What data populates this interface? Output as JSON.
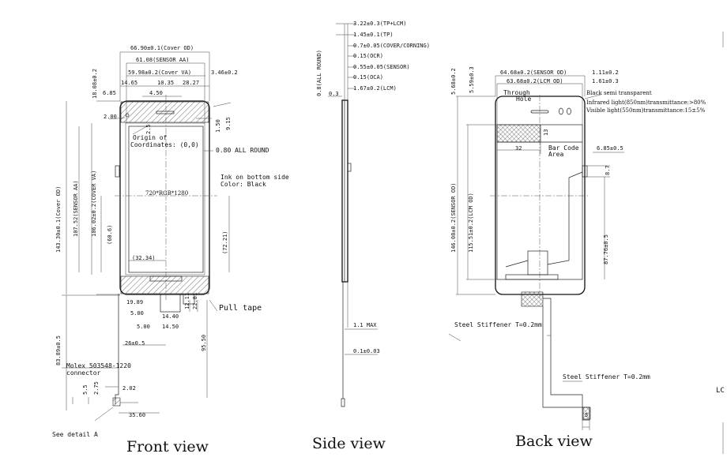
{
  "front": {
    "cover_od": "66.90±0.1(Cover OD)",
    "sensor_aa": "61.08(SENSOR AA)",
    "cover_va": "59.98±0.2(Cover VA)",
    "offset_right": "3.46±0.2",
    "d1465": "14.65",
    "d1035": "10.35",
    "d2827": "28.27",
    "d450": "4.50",
    "d685": "6.85",
    "top_18": "18.08±0.2",
    "hole": "2.00",
    "d25": "2.5",
    "d150": "1.50",
    "d915": "9.15",
    "origin1": "Origin of",
    "origin2": "Coordinates: (0,0)",
    "all_round": "0.80 ALL ROUND",
    "ink1": "Ink on bottom side",
    "ink2": "Color: Black",
    "resolution": "720*RGB*1280",
    "cover_od_h": "143.30±0.1(Cover OD)",
    "sensor_aa_h": "107.52(SENSOR AA)",
    "cover_va_h": "106.02±0.2(COVER VA)",
    "d606": "(60.6)",
    "d3234": "(32.34)",
    "d7221": "(72.21)",
    "d1989": "19.89",
    "d500a": "5.00",
    "d1440": "14.40",
    "d500b": "5.00",
    "d1450": "14.50",
    "d26": "26±0.5",
    "d1211": "12.11",
    "d2281": "22.81",
    "d9550": "95.50",
    "d8389": "83.89±0.5",
    "pull_tape": "Pull tape",
    "molex1": "Molex 503548-1220",
    "molex2": "connector",
    "d55": "5.5",
    "d275": "2.75",
    "d202": "2.02",
    "d3560": "35.60",
    "detail": "See detail A",
    "label": "Front view"
  },
  "side": {
    "tp_lcm": "3.22±0.3(TP+LCM)",
    "tp": "1.45±0.1(TP)",
    "cover": "0.7±0.05(COVER/CORNING)",
    "ocr": "0.15(OCR)",
    "sensor": "0.55±0.05(SENSOR)",
    "oca": "0.15(OCA)",
    "lcm": "1.67±0.2(LCM)",
    "all_round": "0.8(ALL ROUND)",
    "d03": "0.3",
    "max": "1.1 MAX",
    "d01": "0.1±0.03",
    "label": "Side view"
  },
  "back": {
    "d568": "5.68±0.2",
    "d559": "5.59±0.3",
    "sensor_od": "64.68±0.2(SENSOR OD)",
    "lcm_od": "63.68±0.2(LCM OD)",
    "d111": "1.11±0.2",
    "d161": "1.61±0.3",
    "through1": "Through",
    "through2": "Hole",
    "black_semi": "Black semi transparent",
    "infrared": "Infrared light(850nm)transmittance:>80%",
    "visible": "Visible light(550nm)transmittance:15±5%",
    "d32": "32",
    "d13": "13",
    "barcode1": "Bar Code",
    "barcode2": "Area",
    "d685": "6.85±0.5",
    "d87": "8.7",
    "sensor_od_h": "146.08±0.2(SENSOR OD)",
    "lcm_od_h": "115.51±0.2(LCM OD)",
    "d8776": "87.76±0.5",
    "stiffener1": "Steel Stiffener T=0.2mm",
    "stiffener2": "Steel Stiffener T=0.2mm",
    "d5": "5",
    "label": "Back view"
  },
  "edge": {
    "lc": "LC"
  }
}
